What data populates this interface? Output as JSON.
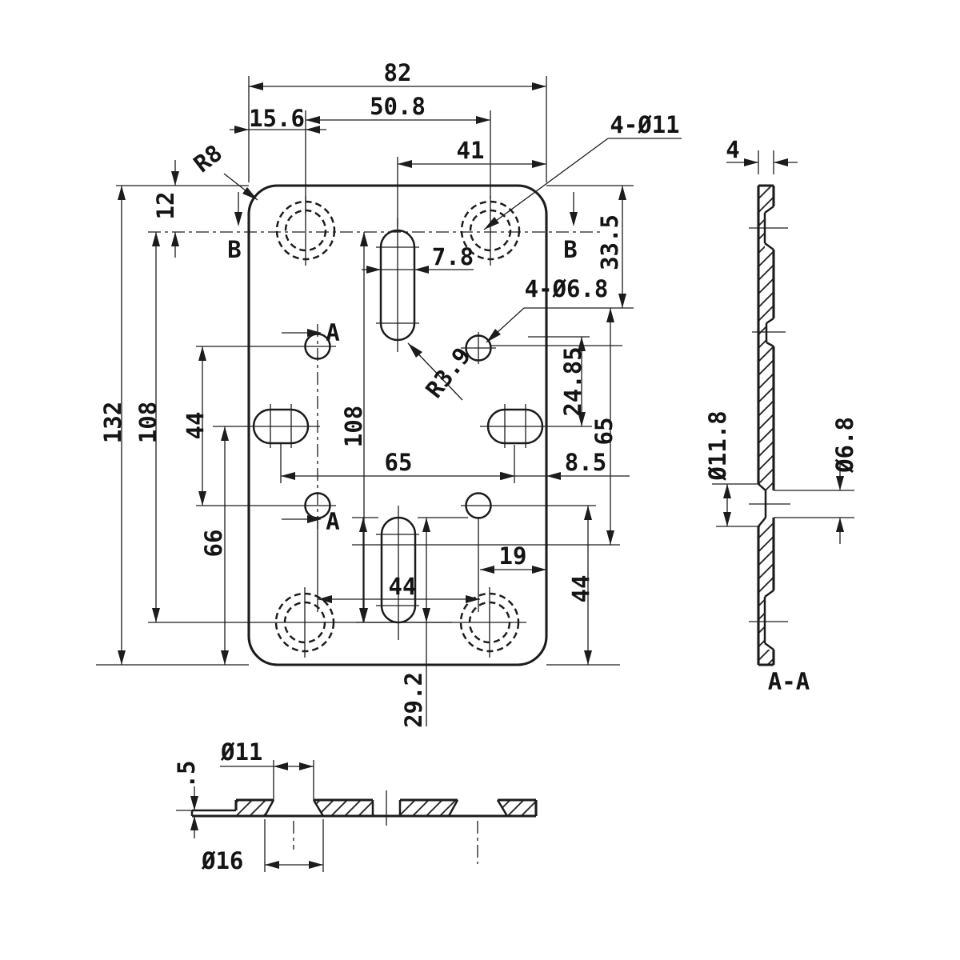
{
  "drawing": {
    "front": {
      "width": "82",
      "hole_pitch_x": "50.8",
      "edge_to_hole_x": "15.6",
      "slot_to_right_edge": "41",
      "big_holes_note": "4-Ø11",
      "corner_radius": "R8",
      "top_to_hole_row": "12",
      "height": "132",
      "hole_pitch_y": "108",
      "small_hole_pitch_y": "44",
      "slot_row_to_bottom": "66",
      "inner_hole_pitch_y": "108",
      "slot_width": "7.8",
      "view_label_b": "B",
      "view_label_a": "A",
      "small_holes_note": "4-Ø6.8",
      "slot_end_radius": "R3.9",
      "top_to_small_hole": "33.5",
      "small_hole_to_slot_row": "24.85",
      "small_hole_span_y": "65",
      "slot_to_right_edge2": "8.5",
      "slot_pitch_x": "65",
      "small_hole_pitch_x": "44",
      "small_hole_to_edge": "19",
      "small_hole_to_bottom": "44",
      "slot_length": "29.2"
    },
    "section_aa": {
      "thickness": "4",
      "counterbore_dia": "Ø11.8",
      "through_dia": "Ø6.8",
      "title": "A-A"
    },
    "section_bb": {
      "through_dia": "Ø11",
      "lip_thickness": ".5",
      "countersink_dia": "Ø16"
    }
  }
}
